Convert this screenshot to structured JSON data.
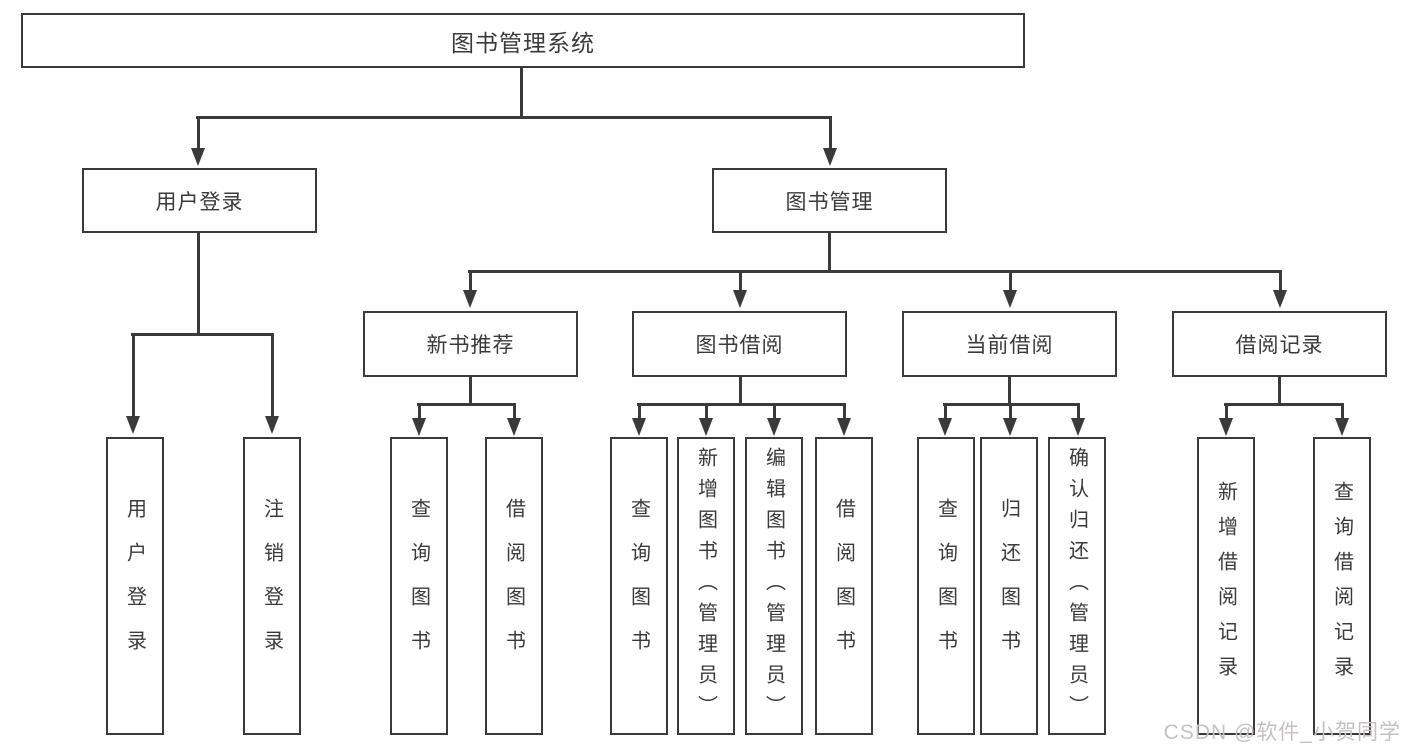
{
  "title": "图书管理系统",
  "watermark": "CSDN @软件_小贺同学",
  "colors": {
    "line": "#3a3a3a",
    "box_border": "#3a3a3a",
    "text": "#3a3a3a",
    "background": "#ffffff",
    "watermark": "#c6c1c1"
  },
  "level2": {
    "user_login": "用户登录",
    "book_management": "图书管理"
  },
  "level3": {
    "new_book_recommend": "新书推荐",
    "book_borrowing": "图书借阅",
    "current_borrowing": "当前借阅",
    "borrowing_records": "借阅记录"
  },
  "leaves": {
    "user_login": [
      "用户登录",
      "注销登录"
    ],
    "new_book_recommend": [
      "查询图书",
      "借阅图书"
    ],
    "book_borrowing": [
      "查询图书",
      "新增图书（管理员）",
      "编辑图书（管理员）",
      "借阅图书"
    ],
    "current_borrowing": [
      "查询图书",
      "归还图书",
      "确认归还（管理员）"
    ],
    "borrowing_records": [
      "新增借阅记录",
      "查询借阅记录"
    ]
  }
}
